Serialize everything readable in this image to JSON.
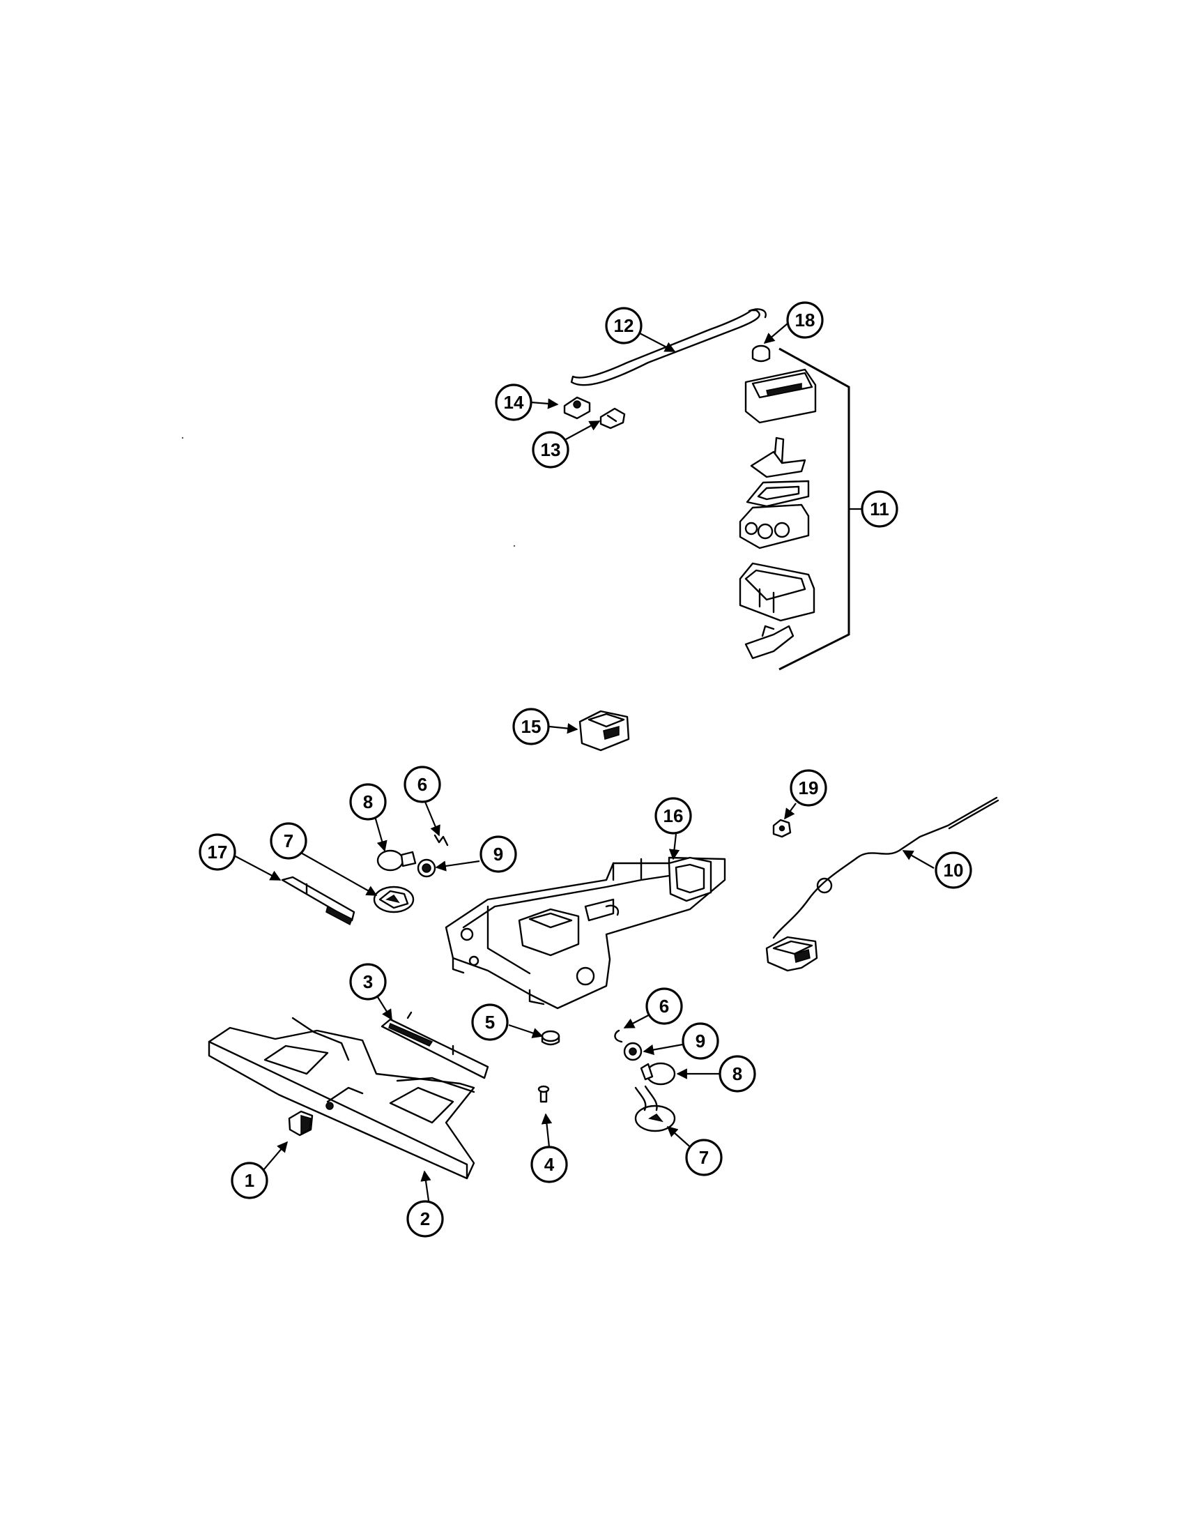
{
  "diagram": {
    "callouts": {
      "c1": "1",
      "c2": "2",
      "c3": "3",
      "c4": "4",
      "c5": "5",
      "c6a": "6",
      "c6b": "6",
      "c7a": "7",
      "c7b": "7",
      "c8a": "8",
      "c8b": "8",
      "c9a": "9",
      "c9b": "9",
      "c10": "10",
      "c11": "11",
      "c12": "12",
      "c13": "13",
      "c14": "14",
      "c15": "15",
      "c16": "16",
      "c17": "17",
      "c18": "18",
      "c19": "19"
    }
  }
}
